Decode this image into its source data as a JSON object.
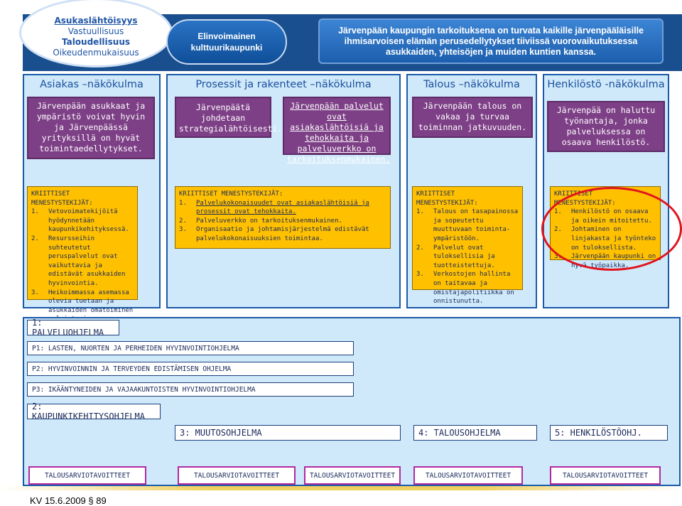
{
  "values_cloud": {
    "title": "Asukaslähtöisyys",
    "lines": [
      "Vastuullisuus",
      "Taloudellisuus",
      "Oikeudenmukaisuus"
    ]
  },
  "vision": "Elinvoimainen kulttuurikaupunki",
  "mission": "Järvenpään kaupungin tarkoituksena on turvata kaikille järvenpääläisille ihmisarvoisen elämän perusedellytykset tiiviissä vuorovaikutuksessa asukkaiden, yhteisöjen ja muiden kuntien kanssa.",
  "perspectives": [
    {
      "heading": "Asiakas –näkökulma",
      "goals": [
        "Järvenpään asukkaat ja ympäristö voivat hyvin ja Järvenpäässä yrityksillä on hyvät toimintaedellytykset."
      ],
      "csf_title": "KRIITTISET MENESTYSTEKIJÄT:",
      "csf": [
        "Vetovoimatekijöitä hyödynnetään kaupunkikehityksessä.",
        "Resursseihin suhteutetut peruspalvelut ovat vaikuttavia ja edistävät asukkaiden hyvinvointia.",
        "Heikoimmassa asemassa olevia tuetaan ja asukkaiden omatoiminen selviytyminen paranee."
      ]
    },
    {
      "heading": "Prosessit ja rakenteet –näkökulma",
      "goals": [
        "Järvenpäätä johdetaan strategialähtöisesti.",
        "Järvenpään palvelut ovat asiakaslähtöisiä ja tehokkaita ja palveluverkko on tarkoituksenmukainen."
      ],
      "csf_title": "KRIITTISET MENESTYSTEKIJÄT:",
      "csf": [
        "Palvelukokonaisuudet ovat asiakaslähtöisiä ja prosessit ovat tehokkaita.",
        "Palveluverkko on tarkoituksenmukainen.",
        "Organisaatio ja johtamisjärjestelmä edistävät palvelukokonaisuuksien toimintaa."
      ]
    },
    {
      "heading": "Talous –näkökulma",
      "goals": [
        "Järvenpään talous on vakaa ja turvaa toiminnan jatkuvuuden."
      ],
      "csf_title": "KRIITTISET MENESTYSTEKIJÄT:",
      "csf": [
        "Talous on tasapainossa ja sopeutettu muuttuvaan toiminta-ympäristöön.",
        "Palvelut ovat tuloksellisia ja tuotteistettuja.",
        "Verkostojen hallinta on taitavaa ja omistajapolitiikka on onnistunutta."
      ]
    },
    {
      "heading": "Henkilöstö -näkökulma",
      "goals": [
        "Järvenpää on haluttu työnantaja, jonka palveluksessa on osaava henkilöstö."
      ],
      "csf_title": "KRIITTISET MENESTYSTEKIJÄT:",
      "csf": [
        "Henkilöstö on osaava ja oikein mitoitettu.",
        "Johtaminen on linjakasta ja työnteko on tuloksellista.",
        "Järvenpään kaupunki on hyvä työpaikka."
      ]
    }
  ],
  "programmes": {
    "main1": "1: PALVELUOHJELMA",
    "sub": [
      "P1: LASTEN, NUORTEN JA PERHEIDEN HYVINVOINTIOHJELMA",
      "P2: HYVINVOINNIN JA TERVEYDEN EDISTÄMISEN OHJELMA",
      "P3: IKÄÄNTYNEIDEN JA VAJAAKUNTOISTEN HYVINVOINTIOHJELMA"
    ],
    "main2": "2: KAUPUNKIKEHITYSOHJELMA",
    "main3": "3: MUUTOSOHJELMA",
    "main4": "4: TALOUSOHJELMA",
    "main5": "5: HENKILÖSTÖOHJ."
  },
  "budget_goal_label": "TALOUSARVIOTAVOITTEET",
  "footer": "KV 15.6.2009 § 89",
  "colors": {
    "dark_blue": "#1a4f8f",
    "light_blue": "#cfe9fb",
    "purple": "#7d3f86",
    "amber": "#ffc000",
    "magenta_border": "#b02aa0",
    "highlight_red": "#e0141e"
  }
}
